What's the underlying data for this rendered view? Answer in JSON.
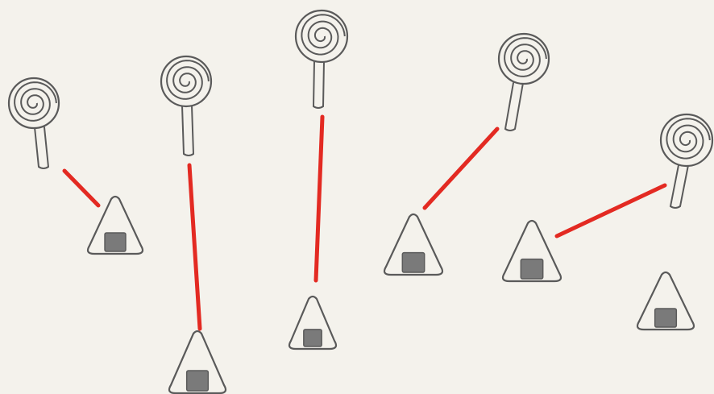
{
  "colors": {
    "paper": "#f4f2ec",
    "pencil": "#5a5a5a",
    "nori": "#7a7a7a",
    "connector": "#e32a22"
  },
  "lollipops": [
    {
      "id": "lollipop-1"
    },
    {
      "id": "lollipop-2"
    },
    {
      "id": "lollipop-3"
    },
    {
      "id": "lollipop-4"
    },
    {
      "id": "lollipop-5"
    }
  ],
  "onigiri": [
    {
      "id": "onigiri-1"
    },
    {
      "id": "onigiri-2"
    },
    {
      "id": "onigiri-3"
    },
    {
      "id": "onigiri-4"
    },
    {
      "id": "onigiri-5"
    },
    {
      "id": "onigiri-6"
    }
  ],
  "connections": [
    {
      "from": "lollipop-1",
      "to": "onigiri-1"
    },
    {
      "from": "lollipop-2",
      "to": "onigiri-2"
    },
    {
      "from": "lollipop-3",
      "to": "onigiri-3"
    },
    {
      "from": "lollipop-4",
      "to": "onigiri-4"
    },
    {
      "from": "lollipop-5",
      "to": "onigiri-5"
    }
  ]
}
